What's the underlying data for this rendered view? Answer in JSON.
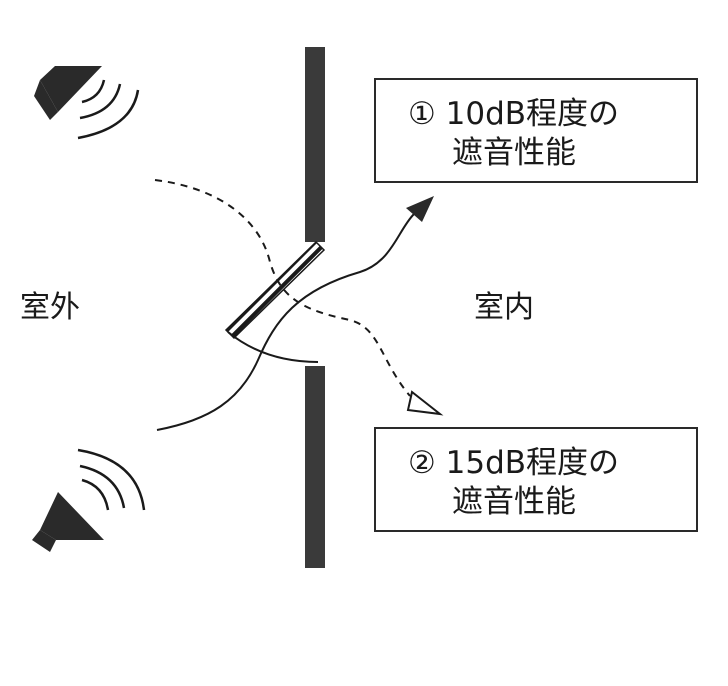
{
  "labels": {
    "outdoor": "室外",
    "indoor": "室内"
  },
  "box1": {
    "line1": "① 10dB程度の",
    "line2": "遮音性能"
  },
  "box2": {
    "line1": "② 15dB程度の",
    "line2": "遮音性能"
  },
  "colors": {
    "ink": "#1a1a1a",
    "wall": "#3a3a3a"
  }
}
